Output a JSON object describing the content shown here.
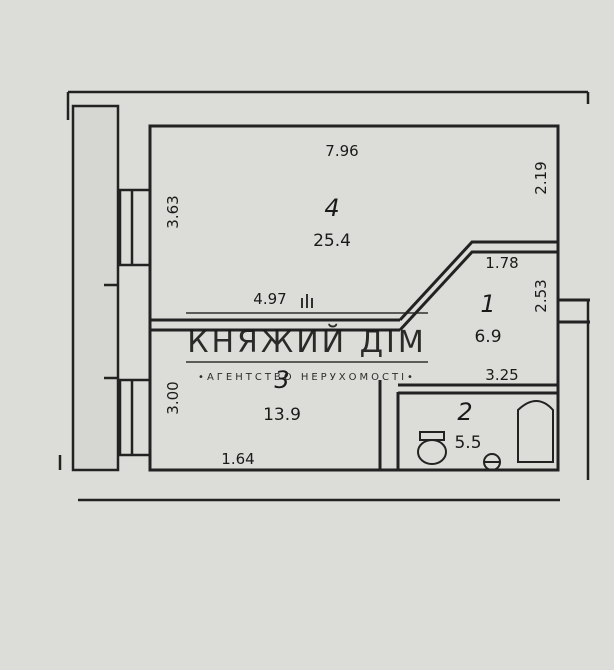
{
  "watermark": {
    "brand": "КНЯЖИЙ ДІМ",
    "tagline": "•АГЕНТСТВО НЕРУХОМОСТІ•"
  },
  "rooms": [
    {
      "number": "4",
      "area": "25.4"
    },
    {
      "number": "1",
      "area": "6.9"
    },
    {
      "number": "3",
      "area": "13.9"
    },
    {
      "number": "2",
      "area": "5.5"
    }
  ],
  "dimensions": {
    "room4_top": "7.96",
    "room4_left": "3.63",
    "room4_bottom": "4.97",
    "right_upper": "2.19",
    "room1_top": "1.78",
    "room1_right": "2.53",
    "room3_left": "3.00",
    "room3_bottom": "1.64",
    "room2_top": "3.25"
  }
}
